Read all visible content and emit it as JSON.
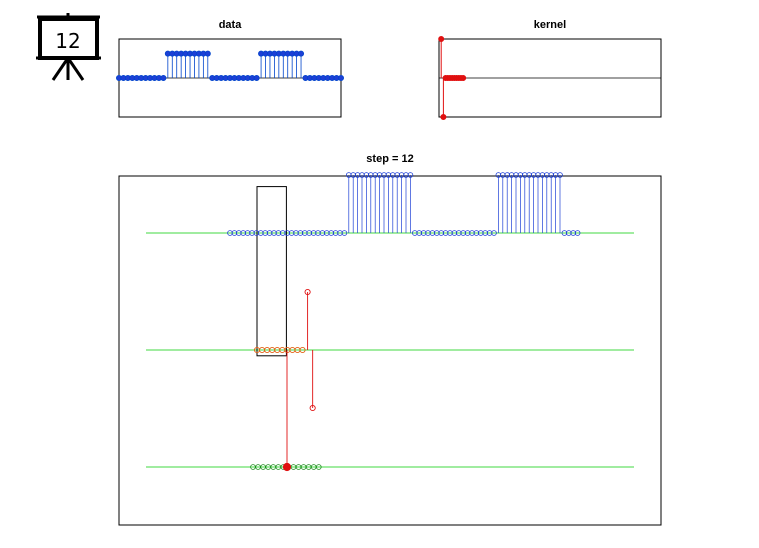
{
  "badge": {
    "label": "12",
    "icon": "presentation-board-icon"
  },
  "colors": {
    "data": "#0044cc",
    "data_marker": "#1d3fd6",
    "kernel": "#e01010",
    "axis_line": "#00cc00",
    "product": "#1a8a1a",
    "window_kernel": "#e06010",
    "frame": "#000000"
  },
  "chart_data": [
    {
      "type": "stem",
      "title": "data",
      "grid": false,
      "ylim": [
        -1.6,
        1.6
      ],
      "xlim": [
        0,
        100
      ],
      "x": [
        0,
        2,
        4,
        6,
        8,
        10,
        12,
        14,
        16,
        18,
        20,
        22,
        24,
        26,
        28,
        30,
        32,
        34,
        36,
        38,
        40,
        42,
        44,
        46,
        48,
        50,
        52,
        54,
        56,
        58,
        60,
        62,
        64,
        66,
        68,
        70,
        72,
        74,
        76,
        78,
        80,
        82,
        84,
        86,
        88,
        90,
        92,
        94,
        96,
        98,
        100
      ],
      "values": [
        0,
        0,
        0,
        0,
        0,
        0,
        0,
        0,
        0,
        0,
        0,
        1,
        1,
        1,
        1,
        1,
        1,
        1,
        1,
        1,
        1,
        0,
        0,
        0,
        0,
        0,
        0,
        0,
        0,
        0,
        0,
        0,
        1,
        1,
        1,
        1,
        1,
        1,
        1,
        1,
        1,
        1,
        0,
        0,
        0,
        0,
        0,
        0,
        0,
        0,
        0
      ]
    },
    {
      "type": "stem",
      "title": "kernel",
      "grid": false,
      "ylim": [
        -1.6,
        1.6
      ],
      "xlim": [
        -1,
        100
      ],
      "x": [
        0,
        1,
        2,
        3,
        4,
        5,
        6,
        7,
        8,
        9,
        10
      ],
      "values": [
        1.6,
        -1.6,
        0,
        0,
        0,
        0,
        0,
        0,
        0,
        0,
        0
      ]
    },
    {
      "type": "stem",
      "title": "step = 12",
      "step": 12,
      "grid": false,
      "xlim": [
        -10,
        190
      ],
      "series": [
        {
          "role": "signal",
          "baseline": 2,
          "x": [
            -10,
            -8,
            -6,
            -4,
            -2,
            0,
            2,
            4,
            6,
            8,
            10,
            12,
            14,
            16,
            18,
            20,
            22,
            24,
            26,
            28,
            30,
            32,
            34,
            36,
            38,
            40,
            42,
            44,
            46,
            48,
            50,
            52,
            54,
            56,
            58,
            60,
            62,
            64,
            66,
            68,
            70,
            72,
            74,
            76,
            78,
            80,
            82,
            84,
            86,
            88,
            90,
            92,
            94,
            96,
            98,
            100,
            102,
            104,
            106,
            108,
            110,
            112,
            114,
            116,
            118,
            120,
            122,
            124,
            126,
            128,
            130,
            132,
            134,
            136,
            138,
            140,
            142,
            144,
            146,
            148
          ],
          "values": [
            0,
            0,
            0,
            0,
            0,
            0,
            0,
            0,
            0,
            0,
            0,
            0,
            0,
            0,
            0,
            0,
            0,
            0,
            0,
            0,
            0,
            0,
            0,
            0,
            0,
            0,
            0,
            1,
            1,
            1,
            1,
            1,
            1,
            1,
            1,
            1,
            1,
            1,
            1,
            1,
            1,
            1,
            0,
            0,
            0,
            0,
            0,
            0,
            0,
            0,
            0,
            0,
            0,
            0,
            0,
            0,
            0,
            0,
            0,
            0,
            0,
            1,
            1,
            1,
            1,
            1,
            1,
            1,
            1,
            1,
            1,
            1,
            1,
            1,
            1,
            1,
            0,
            0,
            0,
            0
          ]
        },
        {
          "role": "flipped-kernel",
          "baseline": 0,
          "x": [
            0,
            1,
            2,
            3,
            4,
            5,
            6,
            7,
            8,
            9,
            10,
            11
          ],
          "values": [
            0,
            0,
            0,
            0,
            0,
            0,
            0,
            0,
            0,
            0,
            1,
            -1
          ]
        },
        {
          "role": "product",
          "baseline": -2,
          "x": [
            0,
            1,
            2,
            3,
            4,
            5,
            6,
            7,
            8,
            9,
            10,
            11,
            12,
            13
          ],
          "values": [
            0,
            0,
            0,
            0,
            0,
            0,
            0,
            0,
            0,
            0,
            0,
            0,
            0,
            0
          ]
        }
      ],
      "window": {
        "x_start": 0,
        "x_end": 12,
        "y_top": 2.8,
        "y_bottom": -0.1
      }
    }
  ]
}
